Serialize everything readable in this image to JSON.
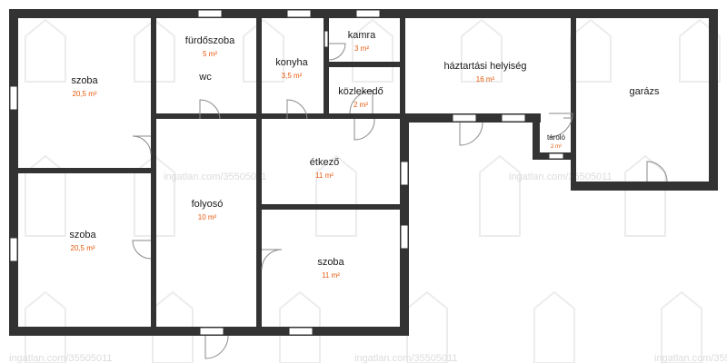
{
  "rooms": {
    "bathroom": {
      "name": "fürdőszoba",
      "area": "5 m²"
    },
    "wc": {
      "name": "wc"
    },
    "pantry": {
      "name": "kamra",
      "area": "3 m²"
    },
    "kitchen": {
      "name": "konyha",
      "area": "3,5 m²"
    },
    "hallway": {
      "name": "közlekedő",
      "area": "2 m²"
    },
    "utility": {
      "name": "háztartási helyiség",
      "area": "16 m²"
    },
    "garage": {
      "name": "garázs"
    },
    "storage": {
      "name": "tároló",
      "area": "2 m²"
    },
    "bedroom_top_left": {
      "name": "szoba",
      "area": "20,5 m²"
    },
    "bedroom_bottom_left": {
      "name": "szoba",
      "area": "20,5 m²"
    },
    "corridor": {
      "name": "folyosó",
      "area": "10 m²"
    },
    "dining": {
      "name": "étkező",
      "area": "11 m²"
    },
    "bedroom_center": {
      "name": "szoba",
      "area": "11 m²"
    }
  },
  "watermark": {
    "text": "ingatlan.com/35505011"
  },
  "colors": {
    "wall": "#333333",
    "window": "#cfe3df",
    "door": "#8a8a8a",
    "area_text": "#e8590c"
  }
}
